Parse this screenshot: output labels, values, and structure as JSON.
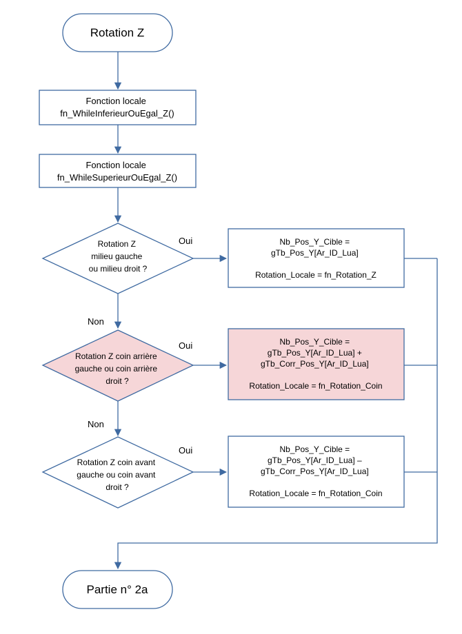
{
  "diagram": {
    "start": "Rotation Z",
    "end": "Partie n° 2a",
    "box1": [
      "Fonction locale",
      "fn_WhileInferieurOuEgal_Z()"
    ],
    "box2": [
      "Fonction locale",
      "fn_WhileSuperieurOuEgal_Z()"
    ],
    "decision1": [
      "Rotation Z",
      "milieu gauche",
      "ou milieu droit ?"
    ],
    "decision2": [
      "Rotation Z coin arrière",
      "gauche ou coin arrière",
      "droit ?"
    ],
    "decision3": [
      "Rotation Z coin avant",
      "gauche ou coin avant",
      "droit ?"
    ],
    "action1": [
      "Nb_Pos_Y_Cible =",
      "gTb_Pos_Y[Ar_ID_Lua]",
      "",
      "Rotation_Locale  = fn_Rotation_Z"
    ],
    "action2": [
      "Nb_Pos_Y_Cible =",
      "gTb_Pos_Y[Ar_ID_Lua] +",
      "gTb_Corr_Pos_Y[Ar_ID_Lua]",
      "",
      "Rotation_Locale  = fn_Rotation_Coin"
    ],
    "action3": [
      "Nb_Pos_Y_Cible =",
      "gTb_Pos_Y[Ar_ID_Lua] –",
      "gTb_Corr_Pos_Y[Ar_ID_Lua]",
      "",
      "Rotation_Locale  = fn_Rotation_Coin"
    ],
    "yes_label": "Oui",
    "no_label": "Non"
  },
  "colors": {
    "stroke": "#3f6aa1",
    "highlight_fill": "#f6d6d8"
  }
}
